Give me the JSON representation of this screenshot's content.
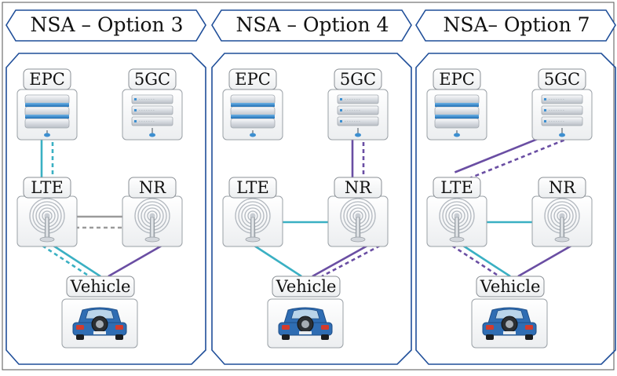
{
  "colors": {
    "frame": "#1f4e99",
    "teal": "#3ab0c3",
    "purple": "#6a4ea3",
    "gray": "#9a9a9a",
    "car_body": "#2f6db3"
  },
  "panels": [
    {
      "title": "NSA – Option 3",
      "nodes": {
        "epc": "EPC",
        "core5g": "5GC",
        "lte": "LTE",
        "nr": "NR",
        "vehicle": "Vehicle"
      },
      "links": [
        {
          "from": "epc",
          "to": "lte",
          "kind": "control",
          "color": "teal"
        },
        {
          "from": "epc",
          "to": "lte",
          "kind": "user",
          "color": "teal"
        },
        {
          "from": "lte",
          "to": "nr",
          "kind": "user",
          "color": "gray"
        },
        {
          "from": "lte",
          "to": "nr",
          "kind": "control",
          "color": "gray"
        },
        {
          "from": "lte",
          "to": "vehicle",
          "kind": "control",
          "color": "teal"
        },
        {
          "from": "lte",
          "to": "vehicle",
          "kind": "user",
          "color": "teal"
        },
        {
          "from": "nr",
          "to": "vehicle",
          "kind": "user",
          "color": "purple"
        }
      ]
    },
    {
      "title": "NSA – Option 4",
      "nodes": {
        "epc": "EPC",
        "core5g": "5GC",
        "lte": "LTE",
        "nr": "NR",
        "vehicle": "Vehicle"
      },
      "links": [
        {
          "from": "core5g",
          "to": "nr",
          "kind": "control",
          "color": "purple"
        },
        {
          "from": "core5g",
          "to": "nr",
          "kind": "user",
          "color": "purple"
        },
        {
          "from": "lte",
          "to": "nr",
          "kind": "user",
          "color": "teal"
        },
        {
          "from": "lte",
          "to": "vehicle",
          "kind": "user",
          "color": "teal"
        },
        {
          "from": "nr",
          "to": "vehicle",
          "kind": "user",
          "color": "purple"
        },
        {
          "from": "nr",
          "to": "vehicle",
          "kind": "control",
          "color": "purple"
        }
      ]
    },
    {
      "title": "NSA– Option 7",
      "nodes": {
        "epc": "EPC",
        "core5g": "5GC",
        "lte": "LTE",
        "nr": "NR",
        "vehicle": "Vehicle"
      },
      "links": [
        {
          "from": "core5g",
          "to": "lte",
          "kind": "control",
          "color": "purple"
        },
        {
          "from": "core5g",
          "to": "lte",
          "kind": "user",
          "color": "purple"
        },
        {
          "from": "lte",
          "to": "nr",
          "kind": "user",
          "color": "teal"
        },
        {
          "from": "lte",
          "to": "vehicle",
          "kind": "control",
          "color": "purple"
        },
        {
          "from": "lte",
          "to": "vehicle",
          "kind": "user",
          "color": "teal"
        },
        {
          "from": "nr",
          "to": "vehicle",
          "kind": "user",
          "color": "purple"
        }
      ]
    }
  ]
}
